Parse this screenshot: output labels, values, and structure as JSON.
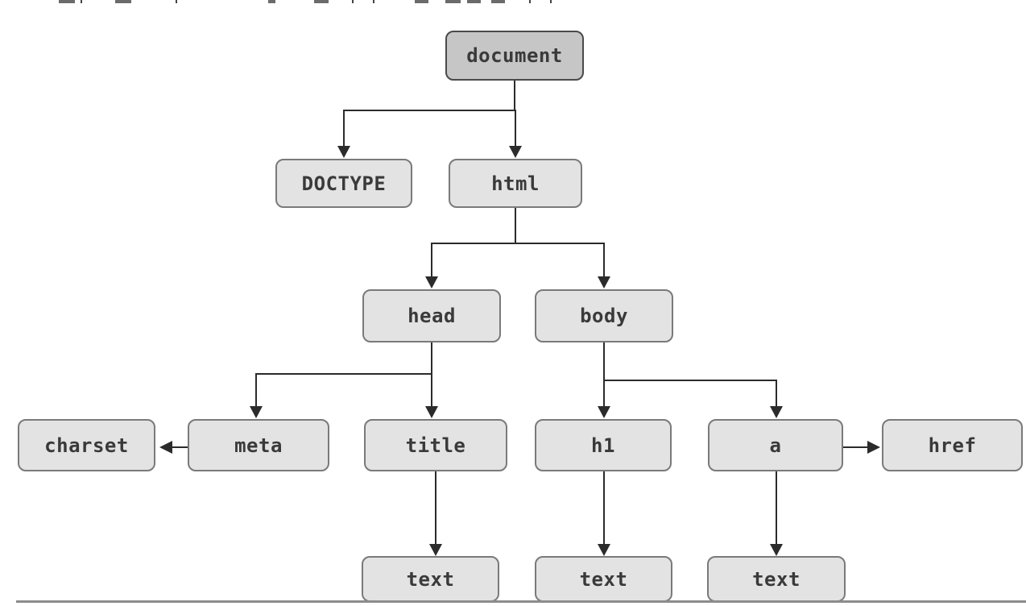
{
  "diagram": {
    "kind": "dom-tree",
    "nodes": {
      "document": {
        "label": "document",
        "variant": "root"
      },
      "doctype": {
        "label": "DOCTYPE"
      },
      "html": {
        "label": "html"
      },
      "head": {
        "label": "head"
      },
      "body": {
        "label": "body"
      },
      "charset": {
        "label": "charset"
      },
      "meta": {
        "label": "meta"
      },
      "title": {
        "label": "title"
      },
      "h1": {
        "label": "h1"
      },
      "a": {
        "label": "a"
      },
      "href": {
        "label": "href"
      },
      "text_title": {
        "label": "text"
      },
      "text_h1": {
        "label": "text"
      },
      "text_a": {
        "label": "text"
      }
    },
    "edges": [
      {
        "from": "document",
        "to": "DOCTYPE",
        "type": "child"
      },
      {
        "from": "document",
        "to": "html",
        "type": "child"
      },
      {
        "from": "html",
        "to": "head",
        "type": "child"
      },
      {
        "from": "html",
        "to": "body",
        "type": "child"
      },
      {
        "from": "head",
        "to": "meta",
        "type": "child"
      },
      {
        "from": "head",
        "to": "title",
        "type": "child"
      },
      {
        "from": "meta",
        "to": "charset",
        "type": "attribute"
      },
      {
        "from": "title",
        "to": "text",
        "type": "child"
      },
      {
        "from": "body",
        "to": "h1",
        "type": "child"
      },
      {
        "from": "body",
        "to": "a",
        "type": "child"
      },
      {
        "from": "a",
        "to": "href",
        "type": "attribute"
      },
      {
        "from": "h1",
        "to": "text",
        "type": "child"
      },
      {
        "from": "a",
        "to": "text",
        "type": "child"
      }
    ],
    "colors": {
      "root_fill": "#c6c6c6",
      "root_border": "#4a4a4a",
      "node_fill": "#e3e3e3",
      "node_border": "#7a7a7a",
      "line": "#2b2b2b",
      "label_text": "#3a3a3a",
      "page_divider": "#8c8c8c"
    }
  }
}
